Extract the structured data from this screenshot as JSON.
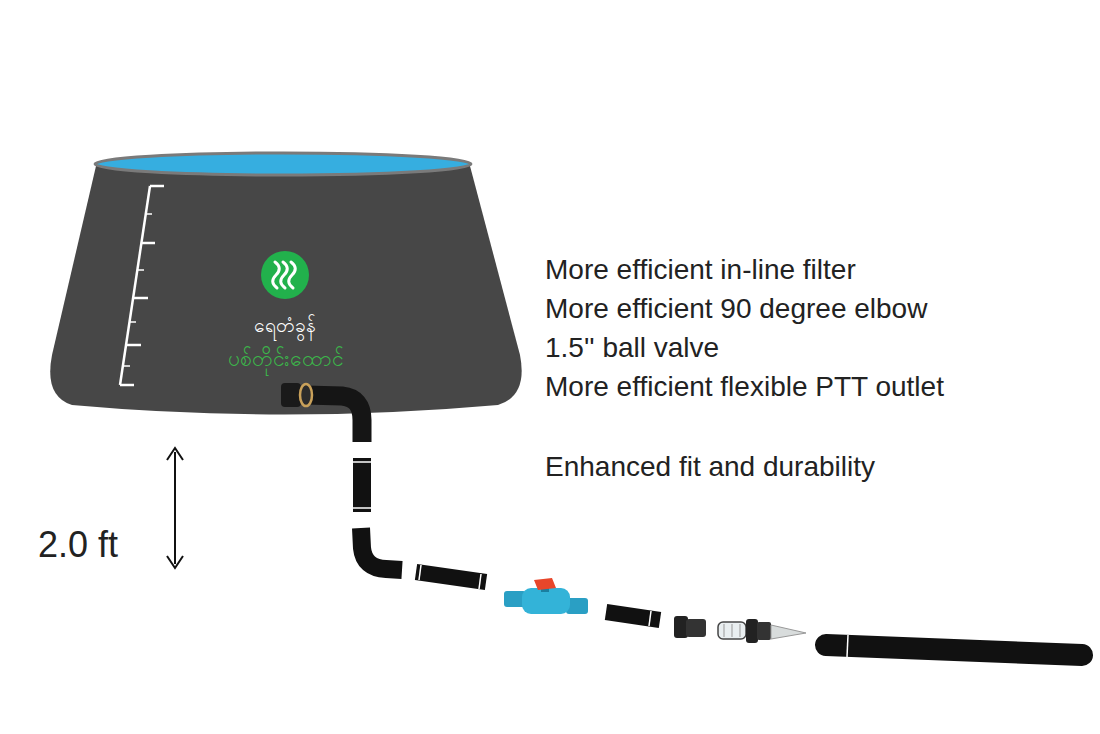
{
  "diagram": {
    "nodes": [
      {
        "text": [
          "ရေတံခွန်",
          "ပစ်တိုင်းထောင်"
        ]
      }
    ],
    "labels": [
      "More efficient in-line filter",
      "More efficient 90 degree elbow",
      "1.5'' ball valve",
      "More efficient flexible PTT outlet",
      "Enhanced fit and durability",
      "2.0 ft"
    ]
  }
}
